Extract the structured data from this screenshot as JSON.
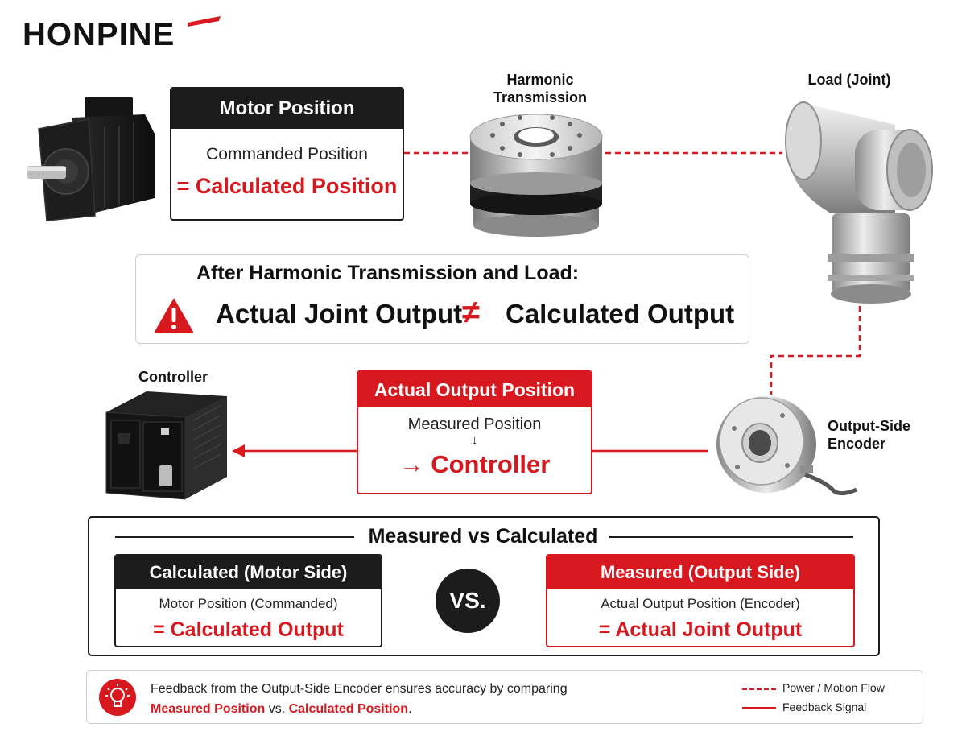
{
  "brand": {
    "logo_text": "HONPINE"
  },
  "labels": {
    "harmonic": "Harmonic\nTransmission",
    "load": "Load (Joint)",
    "controller": "Controller",
    "encoder": "Output-Side\nEncoder"
  },
  "motor_card": {
    "header": "Motor Position",
    "line1": "Commanded Position",
    "line2": "= Calculated Position"
  },
  "after_box": {
    "title": "After Harmonic Transmission and Load:",
    "left": "Actual Joint Output",
    "symbol": "≠",
    "right": "Calculated Output"
  },
  "actual_card": {
    "header": "Actual Output Position",
    "line1": "Measured Position",
    "arrow": "↓",
    "line2": "→ Controller"
  },
  "compare": {
    "title": "Measured vs Calculated",
    "vs": "VS.",
    "calculated": {
      "header": "Calculated (Motor Side)",
      "line1": "Motor Position (Commanded)",
      "line2": "= Calculated Output"
    },
    "measured": {
      "header": "Measured (Output Side)",
      "line1": "Actual Output Position (Encoder)",
      "line2": "= Actual Joint Output"
    }
  },
  "footer": {
    "line1": "Feedback from the Output-Side Encoder ensures accuracy by comparing",
    "line2_a": "Measured Position",
    "line2_b": " vs. ",
    "line2_c": "Calculated Position",
    "line2_d": ".",
    "legend_dashed": "Power / Motion Flow",
    "legend_solid": "Feedback Signal"
  },
  "colors": {
    "accent": "#d7191f",
    "dark": "#1c1c1c"
  }
}
